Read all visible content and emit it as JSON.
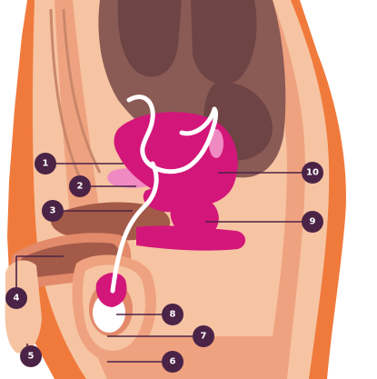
{
  "colors": {
    "background": "#ffffff",
    "skin": "#f6c4a2",
    "outer_orange": "#f07a3c",
    "body_peach": "#efa27f",
    "deep_peach": "#e38a6b",
    "rectum": "#8a5a55",
    "rectum_dark": "#6e4444",
    "bone": "#a45a48",
    "magenta": "#d3167a",
    "pink_light": "#ef8ac2",
    "white_duct": "#ffffff",
    "callout_circle": "#4b2346",
    "callout_line": "#4b2346"
  },
  "callouts": [
    {
      "id": "1",
      "label": "1"
    },
    {
      "id": "2",
      "label": "2"
    },
    {
      "id": "3",
      "label": "3"
    },
    {
      "id": "4",
      "label": "4"
    },
    {
      "id": "5",
      "label": "5"
    },
    {
      "id": "6",
      "label": "6"
    },
    {
      "id": "7",
      "label": "7"
    },
    {
      "id": "8",
      "label": "8"
    },
    {
      "id": "9",
      "label": "9"
    },
    {
      "id": "10",
      "label": "10"
    }
  ]
}
